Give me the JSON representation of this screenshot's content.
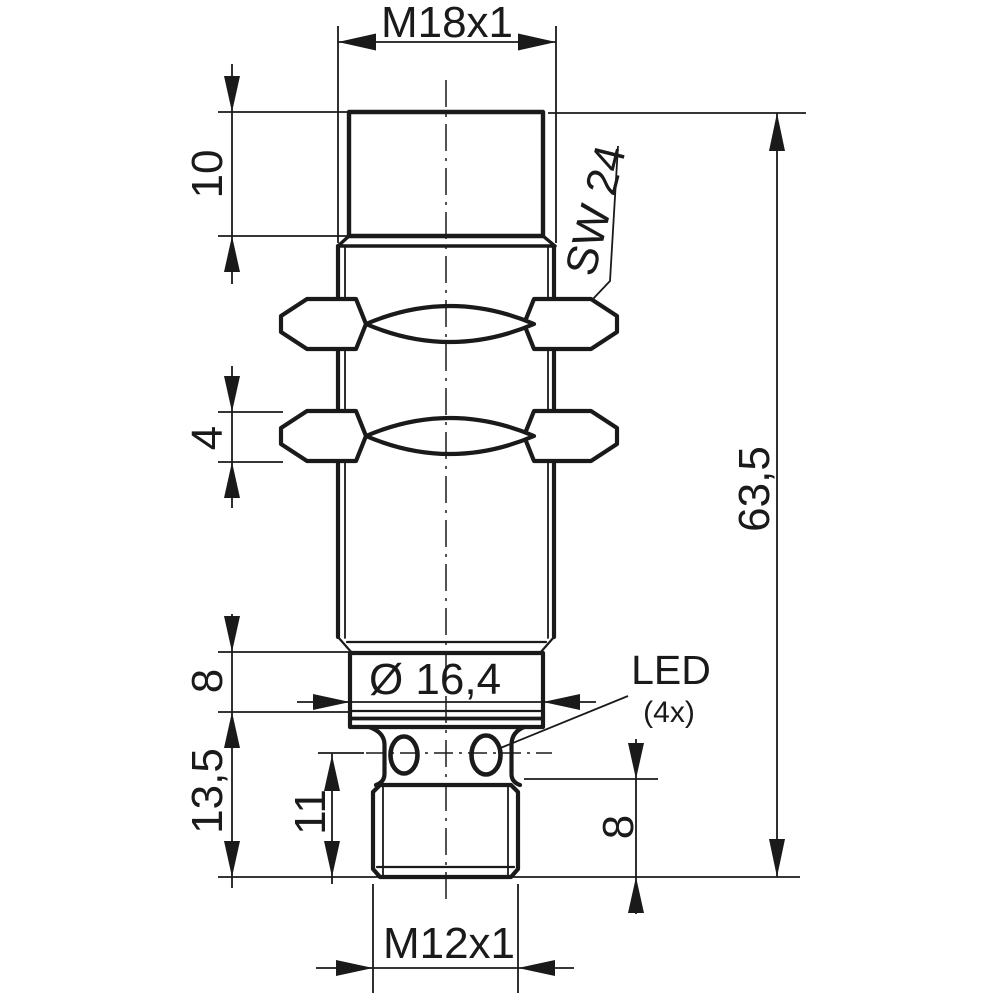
{
  "drawing": {
    "description": "Dimensional drawing of cylindrical inductive proximity sensor",
    "colors": {
      "line": "#1a1a1a",
      "background": "#ffffff"
    },
    "labels": {
      "thread_top": "M18x1",
      "head_height": "10",
      "wrench_size": "SW 24",
      "nut_thickness": "4",
      "total_length": "63,5",
      "ring_height": "8",
      "ring_diameter": "Ø 16,4",
      "led": "LED",
      "led_count": "(4x)",
      "tail_length": "13,5",
      "connector_inner": "11",
      "connector_thread_len": "8",
      "thread_bottom": "M12x1"
    }
  }
}
